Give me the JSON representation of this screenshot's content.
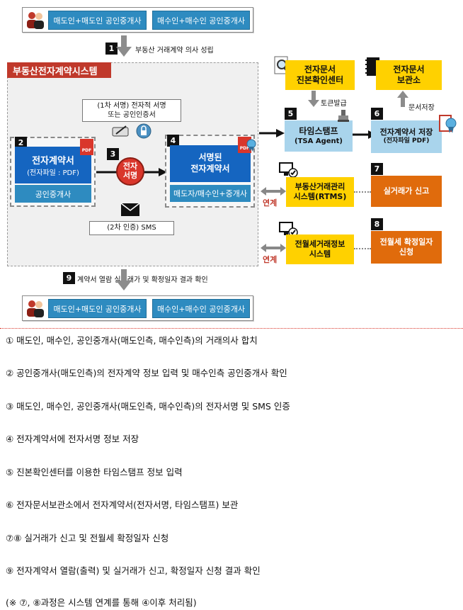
{
  "top_parties": {
    "seller_box": "매도인+매도인 공인중개사",
    "buyer_box": "매수인+매수인 공인중개사"
  },
  "step1": {
    "num": "1",
    "label": "부동산 거래계약 의사 성립"
  },
  "system": {
    "title": "부동산전자계약시스템"
  },
  "signature_note": {
    "line1": "(1차 서명) 전자적 서명",
    "line2": "또는 공인인증서"
  },
  "sms_note": "(2차 인증) SMS",
  "step2": {
    "num": "2",
    "title": "전자계약서",
    "subtitle": "(전자파일 : PDF)",
    "sub_box": "공인중개사",
    "pdf_tag": "PDF"
  },
  "step3": {
    "num": "3",
    "circle_line1": "전자",
    "circle_line2": "서명"
  },
  "step4": {
    "num": "4",
    "title_line1": "서명된",
    "title_line2": "전자계약서",
    "sub_box": "매도자/매수인+중개사",
    "pdf_tag": "PDF"
  },
  "certification_center": {
    "line1": "전자문서",
    "line2": "진본확인센터"
  },
  "token_label": "토큰발급",
  "step5": {
    "num": "5",
    "title": "타임스탬프",
    "subtitle": "(TSA Agent)"
  },
  "archive": {
    "line1": "전자문서",
    "line2": "보관소"
  },
  "store_label": "문서저장",
  "step6": {
    "num": "6",
    "title": "전자계약서 저장",
    "subtitle": "(전자파일 PDF)"
  },
  "rtms": {
    "line1": "부동산거래관리",
    "line2": "시스템(RTMS)"
  },
  "step7": {
    "num": "7",
    "label": "실거래가 신고"
  },
  "link_label_1": "연계",
  "rent": {
    "line1": "전월세거래정보",
    "line2": "시스템"
  },
  "step8": {
    "num": "8",
    "line1": "전월세 확정일자",
    "line2": "신청"
  },
  "link_label_2": "연계",
  "step9": {
    "num": "9",
    "label": "계약서 열람  실거래가 및 확정일자 결과 확인"
  },
  "bottom_parties": {
    "seller_box": "매도인+매도인 공인중개사",
    "buyer_box": "매수인+매수인 공인중개사"
  },
  "descriptions": [
    "① 매도인, 매수인, 공인중개사(매도인측, 매수인측)의 거래의사 합치",
    "② 공인중개사(매도인측)의 전자계약 정보 입력 및 매수인측 공인중개사 확인",
    "③ 매도인, 매수인, 공인중개사(매도인측, 매수인측)의 전자서명 및 SMS 인증",
    "④ 전자계약서에 전자서명 정보 저장",
    "⑤ 진본확인센터를 이용한 타임스탬프 정보 입력",
    "⑥ 전자문서보관소에서 전자계약서(전자서명, 타임스탬프) 보관",
    "⑦⑧ 실거래가 신고 및 전월세 확정일자 신청",
    "⑨ 전자계약서 열람(출력) 및 실거래가 신고, 확정일자 신청 결과 확인",
    "(※ ⑦, ⑧과정은 시스템 연계를 통해 ④이후 처리됨)"
  ],
  "colors": {
    "blue": "#1565c0",
    "light_blue": "#2e8bc0",
    "sky_blue": "#a9d4ec",
    "yellow": "#ffd100",
    "orange": "#e06b0c",
    "red": "#c0392b"
  }
}
